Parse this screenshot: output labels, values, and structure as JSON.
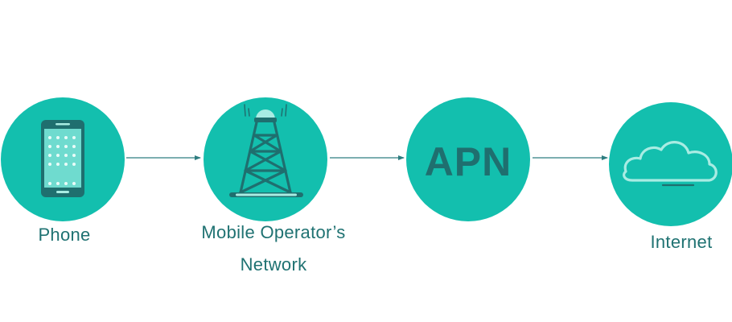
{
  "nodes": [
    {
      "id": "phone",
      "label": "Phone",
      "icon": "phone-icon"
    },
    {
      "id": "operator",
      "label_line1": "Mobile Operator’s",
      "label_line2": "Network",
      "icon": "cell-tower-icon"
    },
    {
      "id": "apn",
      "text": "APN",
      "icon": "apn-text"
    },
    {
      "id": "internet",
      "label": "Internet",
      "icon": "cloud-icon"
    }
  ],
  "colors": {
    "circle": "#13bfae",
    "icon_dark": "#1f6f6f",
    "icon_light": "#a8ece3",
    "label": "#1f7272",
    "arrow": "#2e7d80"
  }
}
